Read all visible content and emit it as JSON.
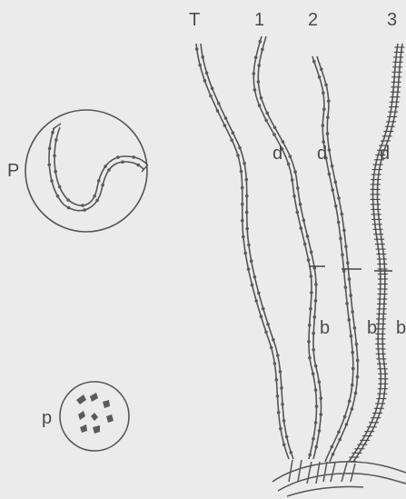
{
  "colors": {
    "background": "#ebebeb",
    "ink": "#555555",
    "dot": "#5a5a5a"
  },
  "labels": {
    "top": {
      "t": "T",
      "one": "1",
      "two": "2",
      "three": "3"
    },
    "region_d": "d",
    "region_b": "b",
    "inset_large": "P",
    "inset_small": "p"
  }
}
